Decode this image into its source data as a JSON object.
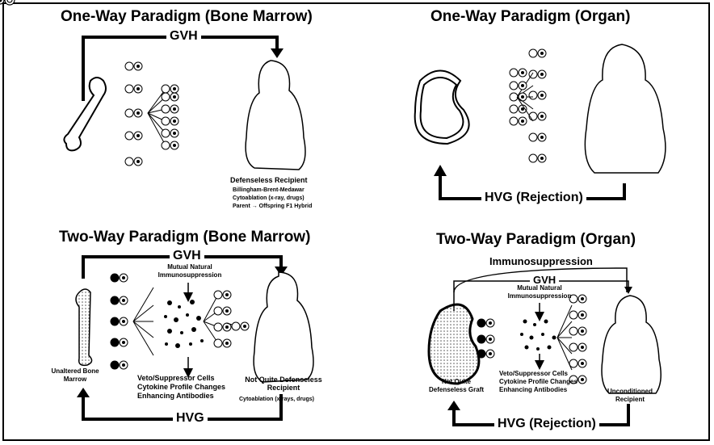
{
  "panels": {
    "top_left": {
      "title": "One-Way Paradigm (Bone Marrow)",
      "top_arrow": "GVH",
      "recipient_label": "Defenseless Recipient",
      "notes": [
        "Billingham-Brent-Medawar",
        "Cytoablation (x-ray, drugs)",
        "Parent → Offspring F1 Hybrid"
      ]
    },
    "top_right": {
      "title": "One-Way Paradigm (Organ)",
      "bottom_arrow": "HVG (Rejection)"
    },
    "bottom_left": {
      "title": "Two-Way Paradigm (Bone Marrow)",
      "top_arrow": "GVH",
      "bottom_arrow": "HVG",
      "mutual": "Mutual Natural Immunosuppression",
      "mechanisms": [
        "Veto/Suppressor Cells",
        "Cytokine Profile Changes",
        "Enhancing Antibodies"
      ],
      "graft_label": "Unaltered Bone Marrow",
      "recipient_label": "Not Quite Defenseless Recipient",
      "recipient_note": "Cytoablation (x-rays, drugs)"
    },
    "bottom_right": {
      "title": "Two-Way Paradigm (Organ)",
      "immuno": "Immunosuppression",
      "top_arrow": "GVH",
      "bottom_arrow": "HVG (Rejection)",
      "mutual": "Mutual Natural Immunosuppression",
      "mechanisms": [
        "Veto/Suppressor Cells",
        "Cytokine Profile Changes",
        "Enhancing Antibodies"
      ],
      "graft_label": "Not Quite Defenseless Graft",
      "recipient_label": "Unconditioned Recipient"
    }
  },
  "colors": {
    "ink": "#000000",
    "paper": "#ffffff",
    "stipple": "#bdbdbd"
  }
}
